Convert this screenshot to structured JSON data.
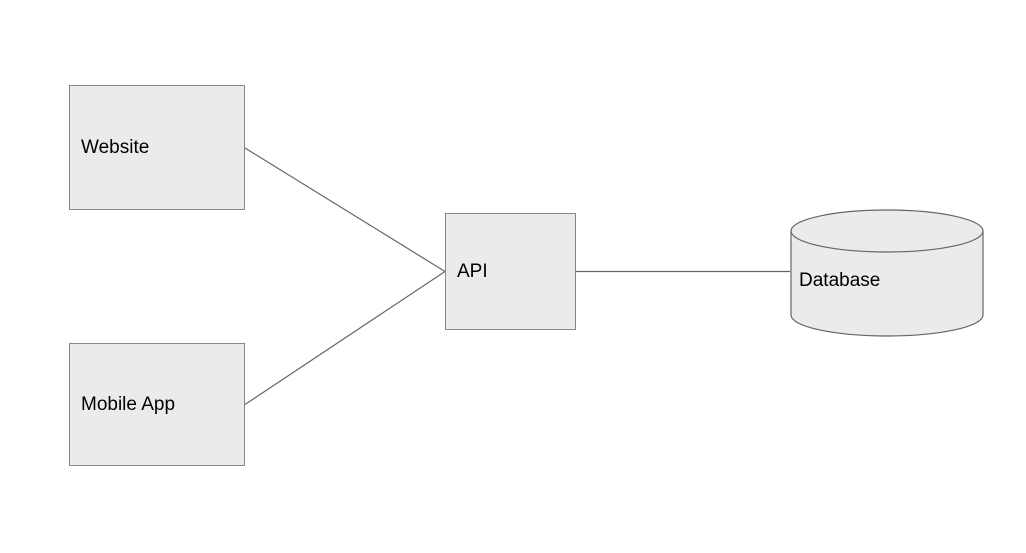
{
  "diagram": {
    "nodes": {
      "website": {
        "label": "Website",
        "shape": "rectangle"
      },
      "mobile": {
        "label": "Mobile App",
        "shape": "rectangle"
      },
      "api": {
        "label": "API",
        "shape": "rectangle"
      },
      "database": {
        "label": "Database",
        "shape": "cylinder"
      }
    },
    "edges": [
      {
        "from": "Website",
        "to": "API"
      },
      {
        "from": "Mobile App",
        "to": "API"
      },
      {
        "from": "API",
        "to": "Database"
      }
    ],
    "colors": {
      "background": "#ffffff",
      "node_fill": "#ebebeb",
      "node_stroke": "#878787",
      "connector": "#666666",
      "label_text": "#000000"
    }
  }
}
